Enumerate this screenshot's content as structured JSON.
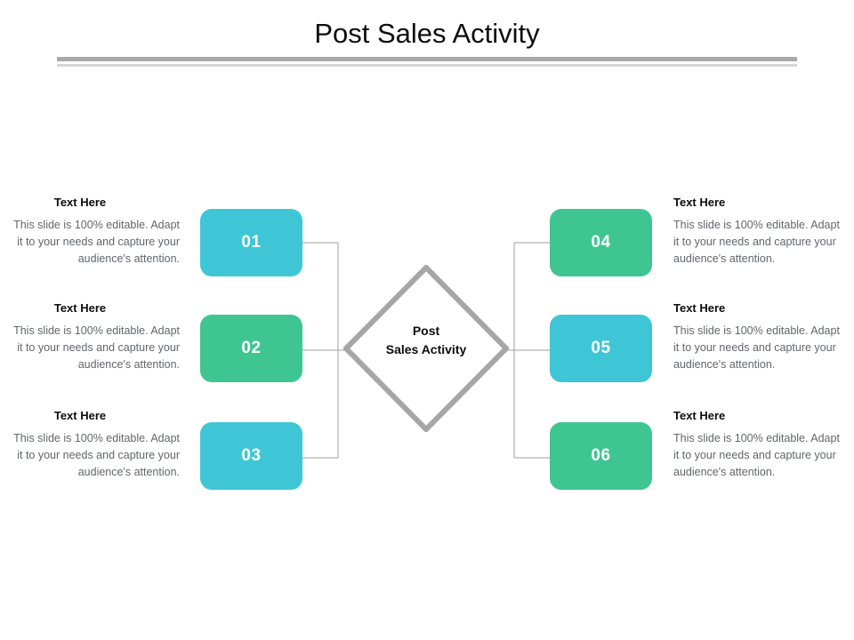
{
  "slide": {
    "title": "Post Sales Activity"
  },
  "center": {
    "line1": "Post",
    "line2": "Sales Activity"
  },
  "colors": {
    "cyan": "#3fc6d6",
    "green": "#3fc592",
    "rule_dark": "#a9a9a9",
    "rule_light": "#d6d6d6",
    "connector": "#b0b0b0",
    "diamond_border": "#a6a6a6",
    "body_text": "#63666a",
    "heading_text": "#0d0d0d"
  },
  "left_column": [
    {
      "number": "01",
      "color": "#3fc6d6",
      "heading": "Text Here",
      "body": "This slide is 100% editable. Adapt it to your needs and capture your audience's attention."
    },
    {
      "number": "02",
      "color": "#3fc592",
      "heading": "Text Here",
      "body": "This slide is 100% editable. Adapt it to your needs and capture your audience's attention."
    },
    {
      "number": "03",
      "color": "#3fc6d6",
      "heading": "Text Here",
      "body": "This slide is 100% editable. Adapt it to your needs and capture your audience's attention."
    }
  ],
  "right_column": [
    {
      "number": "04",
      "color": "#3fc592",
      "heading": "Text Here",
      "body": "This slide is 100% editable. Adapt it to your needs and capture your audience's attention."
    },
    {
      "number": "05",
      "color": "#3fc6d6",
      "heading": "Text Here",
      "body": "This slide is 100% editable. Adapt it to your needs and capture your audience's attention."
    },
    {
      "number": "06",
      "color": "#3fc592",
      "heading": "Text Here",
      "body": "This slide is 100% editable. Adapt it to your needs and capture your audience's attention."
    }
  ]
}
